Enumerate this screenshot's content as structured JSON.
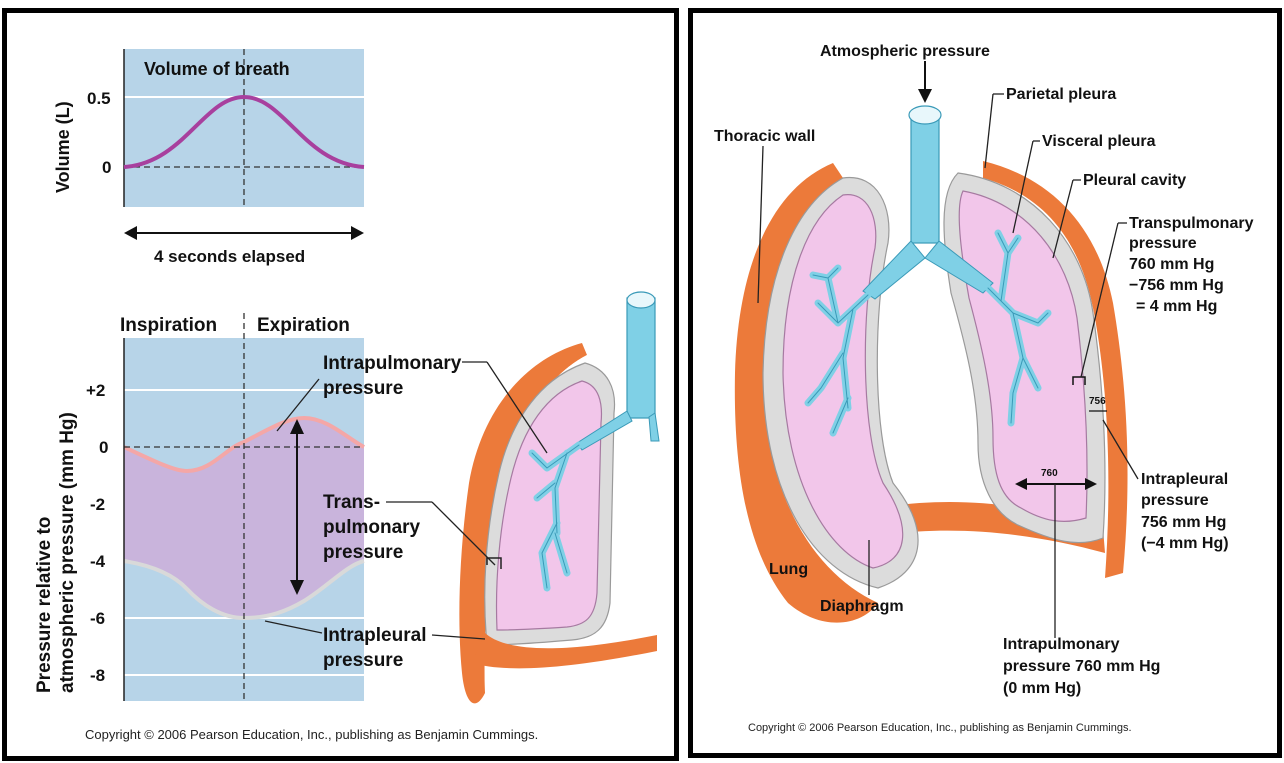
{
  "left_panel": {
    "volume_chart": {
      "title": "Volume of breath",
      "ylabel": "Volume (L)",
      "y_ticks": [
        "0.5",
        "0"
      ],
      "elapsed_label": "4 seconds elapsed"
    },
    "pressure_chart": {
      "phase_labels": [
        "Inspiration",
        "Expiration"
      ],
      "ylabel_line1": "Pressure relative to",
      "ylabel_line2": "atmospheric pressure (mm Hg)",
      "y_ticks": [
        "+2",
        "0",
        "-2",
        "-4",
        "-6",
        "-8"
      ],
      "labels": {
        "intrapulmonary": [
          "Intrapulmonary",
          "pressure"
        ],
        "transpulmonary": [
          "Trans-",
          "pulmonary",
          "pressure"
        ],
        "intrapleural": [
          "Intrapleural",
          "pressure"
        ]
      }
    },
    "copyright": "Copyright © 2006 Pearson Education, Inc., publishing as Benjamin Cummings."
  },
  "right_panel": {
    "labels": {
      "atmospheric": "Atmospheric pressure",
      "parietal": "Parietal pleura",
      "thoracic": "Thoracic wall",
      "visceral": "Visceral pleura",
      "pleural_cavity": "Pleural cavity",
      "transpulmonary": [
        "Transpulmonary",
        "pressure",
        "760 mm Hg",
        "−756 mm Hg",
        "= 4 mm Hg"
      ],
      "val_756": "756",
      "val_760": "760",
      "intrapleural": [
        "Intrapleural",
        "pressure",
        "756 mm Hg",
        "(−4 mm Hg)"
      ],
      "lung": "Lung",
      "diaphragm": "Diaphragm",
      "intrapulmonary": [
        "Intrapulmonary",
        "pressure 760 mm Hg",
        "(0 mm Hg)"
      ]
    },
    "copyright": "Copyright © 2006 Pearson Education, Inc., publishing as Benjamin Cummings."
  },
  "colors": {
    "chart_bg": "#b7d4e8",
    "lung_pink": "#f2c6ea",
    "pleura_gray": "#dcdcdc",
    "thoracic_orange": "#ec7a3a",
    "airway_blue": "#7fd0e6",
    "volume_curve": "#a8409e",
    "region_lavender": "#c9b4dc"
  }
}
